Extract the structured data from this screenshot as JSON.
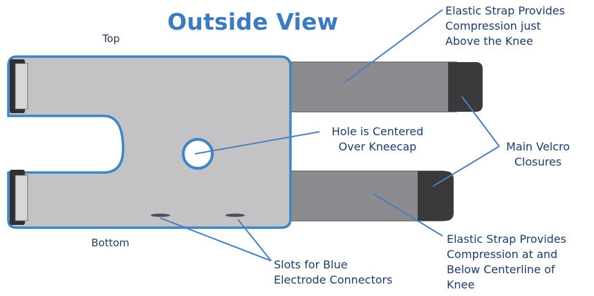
{
  "title": "Outside View",
  "edge_labels": {
    "top": "Top",
    "bottom": "Bottom"
  },
  "callouts": {
    "strap_top": "Elastic Strap Provides\nCompression just\nAbove the Knee",
    "hole": "Hole is Centered\nOver Kneecap",
    "velcro": "Main Velcro\nClosures",
    "strap_bottom": "Elastic Strap Provides\nCompression at and\nBelow Centerline of\nKnee",
    "slots": "Slots for Blue\nElectrode Connectors"
  },
  "colors": {
    "title": "#3d7bc0",
    "outline": "#3d86c6",
    "pad_fill": "#c3c3c6",
    "strap_fill": "#8c8c90",
    "velcro_fill": "#3a3a3d",
    "leader": "#4a7fb8",
    "label_text": "#1d3b66"
  }
}
